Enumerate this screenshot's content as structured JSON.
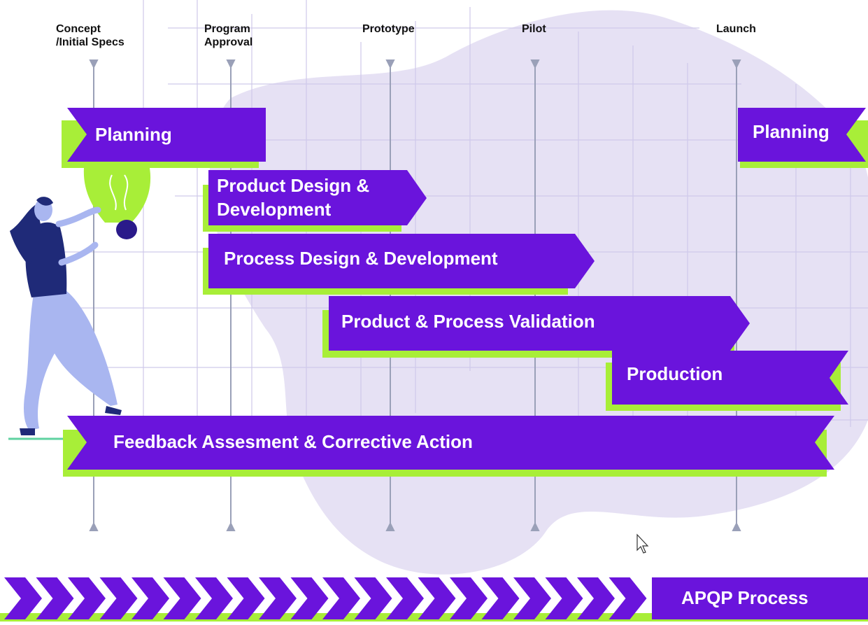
{
  "milestones": [
    {
      "label": "Concept\n/Initial Specs"
    },
    {
      "label": "Program\nApproval"
    },
    {
      "label": "Prototype"
    },
    {
      "label": "Pilot"
    },
    {
      "label": "Launch"
    }
  ],
  "phases": {
    "planning_start": "Planning",
    "product_design": [
      "Product Design &",
      "Development"
    ],
    "process_design": "Process Design & Development",
    "validation": "Product & Process Validation",
    "production": "Production",
    "planning_end": "Planning",
    "feedback": "Feedback Assesment & Corrective Action"
  },
  "footer": {
    "title": "APQP Process"
  },
  "colors": {
    "purple": "#6a14dc",
    "green": "#a8ee38",
    "blob": "#e6e1f4",
    "grid": "#cfc9ea",
    "marker": "#9aa0b8"
  }
}
